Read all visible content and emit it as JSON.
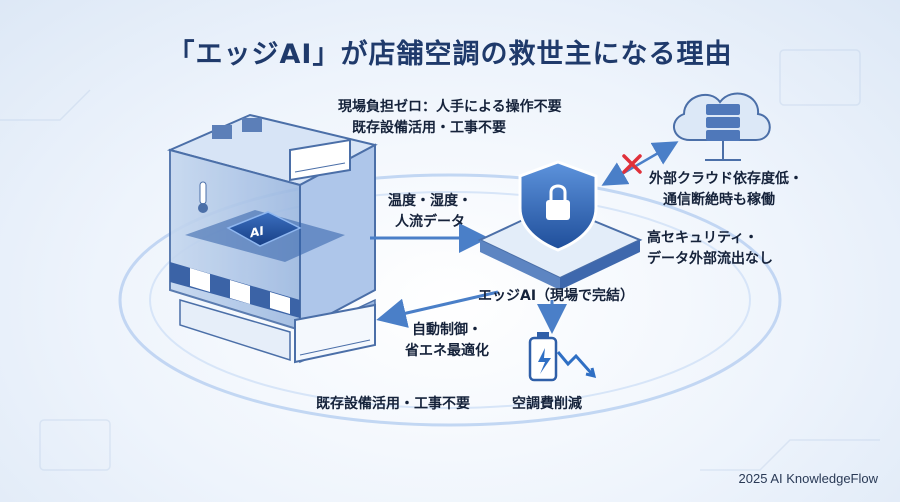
{
  "title": "「エッジAI」が店舗空調の救世主になる理由",
  "labels": {
    "onsite_burden_line1": "現場負担ゼロ：人手による操作不要",
    "onsite_burden_line2": "既存設備活用・工事不要",
    "sensor_input_line1": "温度・湿度・",
    "sensor_input_line2": "人流データ",
    "edge_ai": "エッジAI（現場で完結）",
    "auto_control_line1": "自動制御・",
    "auto_control_line2": "省エネ最適化",
    "existing_equipment": "既存設備活用・工事不要",
    "cloud_line1": "外部クラウド依存度低・",
    "cloud_line2": "通信断絶時も稼働",
    "security_line1": "高セキュリティ・",
    "security_line2": "データ外部流出なし",
    "cost_reduction": "空調費削減",
    "chip_text": "AI"
  },
  "footer": "2025 AI KnowledgeFlow",
  "colors": {
    "title": "#1f3a6b",
    "accent_blue": "#2f6fc4",
    "x_mark": "#e0303a",
    "arrow": "#4a7fc8"
  },
  "icons": [
    "store-icon",
    "cloud-server-icon",
    "shield-lock-icon",
    "battery-down-icon",
    "air-conditioner-icon",
    "thermometer-icon",
    "x-mark-icon"
  ]
}
